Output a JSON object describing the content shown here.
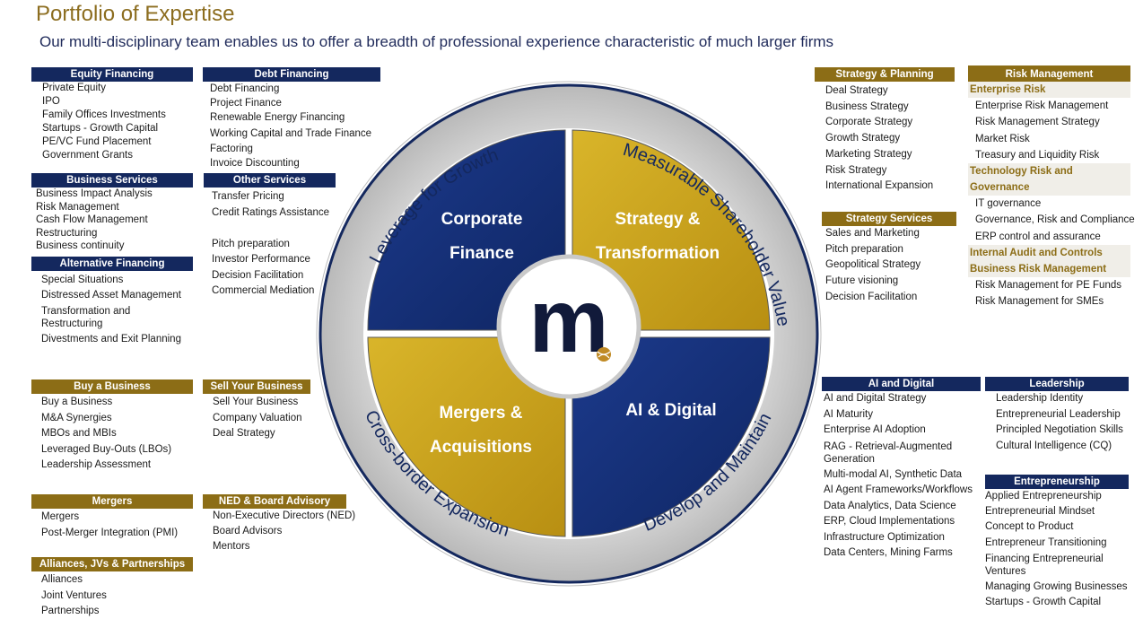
{
  "title": "Portfolio of Expertise",
  "subtitle": "Our multi-disciplinary team enables us to offer a breadth of professional experience characteristic of much larger firms",
  "colors": {
    "navy": "#14285e",
    "gold": "#8c6d16",
    "ring": "#c8c8c8",
    "quad_blue": "#16307a",
    "quad_gold": "#c9a21a"
  },
  "wheel": {
    "quadrants": {
      "top_left": [
        "Corporate",
        "Finance"
      ],
      "top_right": [
        "Strategy &",
        "Transformation"
      ],
      "bottom_left": [
        "Mergers &",
        "Acquisitions"
      ],
      "bottom_right": [
        "AI & Digital"
      ]
    },
    "ring_labels": {
      "top_left": "Leverage for Growth",
      "top_right": "Measurable Shareholder Value",
      "bottom_left": "Cross-border Expansion",
      "bottom_right": "Develop and Maintain"
    },
    "logo": "m",
    "logo_icon": "ball-icon"
  },
  "boxes": {
    "equity": {
      "header": "Equity Financing",
      "items": [
        "Private Equity",
        "IPO",
        "Family Offices Investments",
        "Startups - Growth Capital",
        "PE/VC Fund Placement",
        "Government Grants"
      ]
    },
    "debt": {
      "header": "Debt Financing",
      "items": [
        "Debt Financing",
        "Project Finance",
        "Renewable Energy Financing",
        "Working Capital and Trade Finance",
        "Factoring",
        "Invoice Discounting"
      ]
    },
    "business_services": {
      "header": "Business Services",
      "items": [
        "Business Impact Analysis",
        "Risk Management",
        "Cash Flow Management",
        "Restructuring",
        "Business continuity"
      ]
    },
    "other_services": {
      "header": "Other Services",
      "items": [
        "Transfer Pricing",
        "Credit Ratings Assistance",
        "",
        "Pitch preparation",
        "Investor Performance",
        "Decision Facilitation",
        "Commercial Mediation"
      ]
    },
    "alternative": {
      "header": "Alternative Financing",
      "items": [
        "Special Situations",
        "Distressed Asset Management",
        "Transformation and Restructuring",
        "Divestments and Exit Planning"
      ]
    },
    "buy": {
      "header": "Buy a Business",
      "items": [
        "Buy a Business",
        "M&A Synergies",
        "MBOs and MBIs",
        "Leveraged Buy-Outs (LBOs)",
        "Leadership Assessment"
      ]
    },
    "sell": {
      "header": "Sell Your Business",
      "items": [
        "Sell Your Business",
        "Company Valuation",
        "Deal Strategy"
      ]
    },
    "mergers": {
      "header": "Mergers",
      "items": [
        "Mergers",
        "Post-Merger Integration (PMI)"
      ]
    },
    "ned": {
      "header": "NED & Board Advisory",
      "items": [
        "Non-Executive Directors (NED)",
        "Board Advisors",
        "Mentors"
      ]
    },
    "alliances": {
      "header": "Alliances, JVs & Partnerships",
      "items": [
        "Alliances",
        "Joint Ventures",
        "Partnerships"
      ]
    },
    "strategy_planning": {
      "header": "Strategy & Planning",
      "items": [
        "Deal Strategy",
        "Business Strategy",
        "Corporate Strategy",
        "Growth Strategy",
        "Marketing Strategy",
        "Risk Strategy",
        "International Expansion"
      ]
    },
    "strategy_services": {
      "header": "Strategy Services",
      "items": [
        "Sales and Marketing",
        "Pitch preparation",
        "Geopolitical Strategy",
        "Future visioning",
        "Decision Facilitation"
      ]
    },
    "risk": {
      "header": "Risk Management",
      "groups": [
        {
          "title": "Enterprise Risk",
          "items": [
            "Enterprise Risk Management",
            "Risk Management Strategy",
            "Market Risk",
            "Treasury and Liquidity Risk"
          ]
        },
        {
          "title": "Technology Risk and Governance",
          "items": [
            "IT governance",
            "Governance, Risk and Compliance",
            "ERP control and assurance"
          ]
        },
        {
          "title": "Internal Audit and Controls",
          "items": []
        },
        {
          "title": "Business Risk Management",
          "items": [
            "Risk Management for PE Funds",
            "Risk Management for SMEs"
          ]
        }
      ]
    },
    "ai": {
      "header": "AI and Digital",
      "items": [
        "AI and Digital Strategy",
        "AI Maturity",
        "Enterprise AI Adoption",
        "RAG - Retrieval-Augmented Generation",
        "Multi-modal AI, Synthetic Data",
        "AI Agent Frameworks/Workflows",
        "Data Analytics, Data Science",
        "ERP, Cloud Implementations",
        "Infrastructure Optimization",
        "Data Centers, Mining Farms"
      ]
    },
    "leadership": {
      "header": "Leadership",
      "items": [
        "Leadership Identity",
        "Entrepreneurial Leadership",
        "Principled Negotiation Skills",
        "Cultural Intelligence (CQ)"
      ]
    },
    "entrepreneurship": {
      "header": "Entrepreneurship",
      "items": [
        "Applied Entrepreneurship",
        "Entrepreneurial Mindset",
        "Concept to Product",
        "Entrepreneur Transitioning",
        "Financing Entrepreneurial Ventures",
        "Managing Growing Businesses",
        "Startups - Growth Capital"
      ]
    }
  }
}
